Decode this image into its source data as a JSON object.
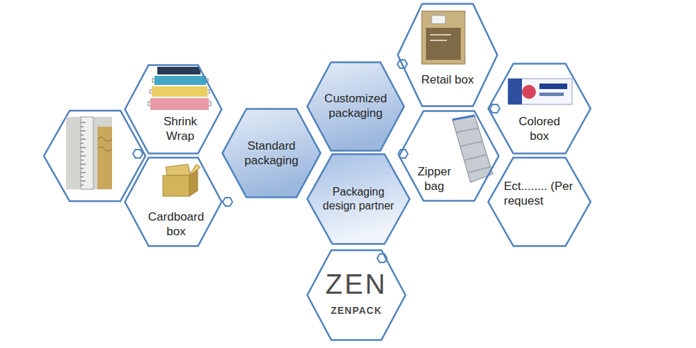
{
  "diagram": {
    "nodes": [
      {
        "text": [
          "Shrink Wrap"
        ]
      },
      {
        "text": [
          "Cardboard box"
        ]
      },
      {
        "text": [
          "Standard packaging"
        ]
      },
      {
        "text": [
          "Customized packaging"
        ]
      },
      {
        "text": [
          "Packaging design partner"
        ]
      },
      {
        "text": [
          "Retail box"
        ]
      },
      {
        "text": [
          "Zipper bag"
        ]
      },
      {
        "text": [
          "Colored box"
        ]
      },
      {
        "text": [
          "Ect........ (Per request"
        ]
      },
      {
        "text": [
          "ZEN",
          "ZENPACK"
        ]
      }
    ]
  }
}
